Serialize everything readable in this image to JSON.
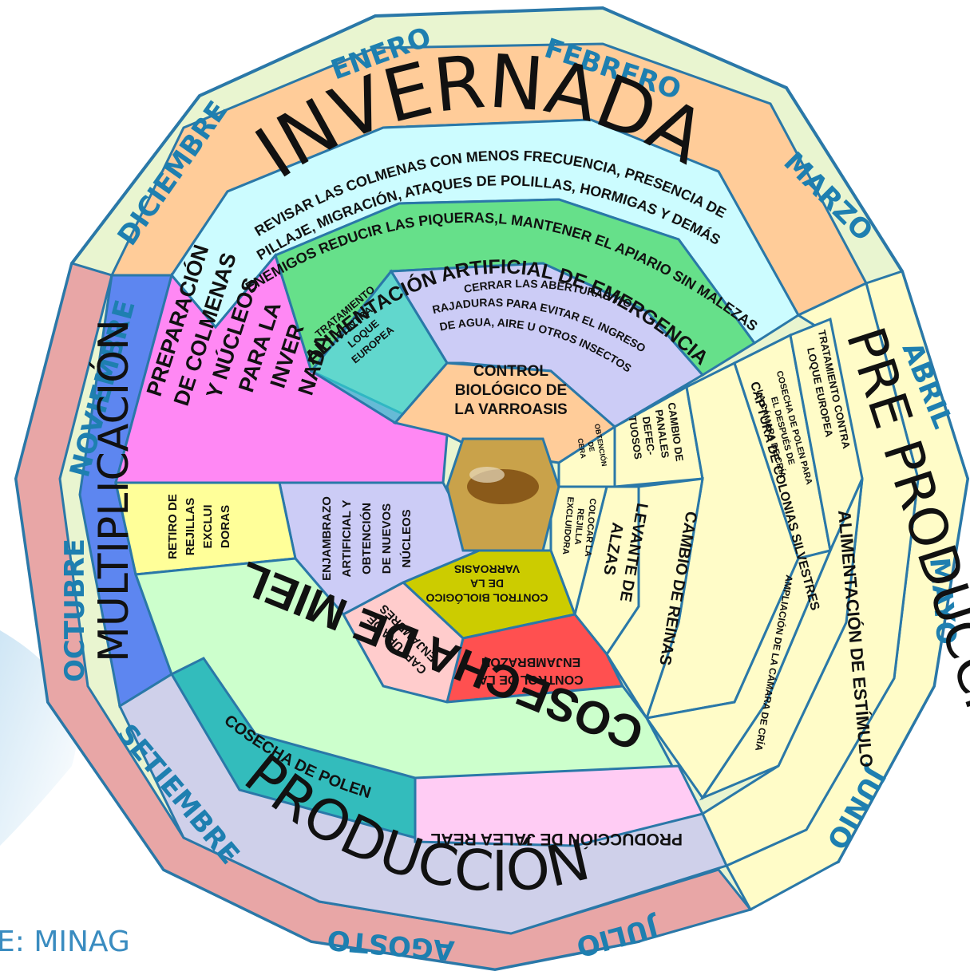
{
  "months": {
    "enero": "ENERO",
    "febrero": "FEBRERO",
    "marzo": "MARZO",
    "abril": "ABRIL",
    "mayo": "MAYO",
    "junio": "JUNIO",
    "julio": "JULIO",
    "agosto": "AGOSTO",
    "setiembre": "SETIEMBRE",
    "octubre": "OCTUBRE",
    "noviembre": "NOVIEMBRE",
    "diciembre": "DICIEMBRE"
  },
  "seasons": {
    "invernada": "INVERNADA",
    "pre_produccion": "PRE PRODUCCIÓN",
    "produccion": "PRODUCCIÓN",
    "multiplicacion": "MULTIPLICACIÓN"
  },
  "activities": {
    "revisar_1": "REVISAR LAS COLMENAS CON MENOS FRECUENCIA, PRESENCIA DE",
    "revisar_2": "PILLAJE, MIGRACIÓN, ATAQUES DE POLILLAS, HORMIGAS Y DEMÁS",
    "revisar_3": "ENEMIGOS REDUCIR LAS PIQUERAS,L MANTENER EL APIARIO SIN MALEZAS",
    "alimentacion_emergencia": "ALIMENTACIÓN ARTIFICIAL DE EMERGENCIA",
    "cerrar_1": "CERRAR LAS ABERTURAS Y/O",
    "cerrar_2": "RAJADURAS PARA EVITAR EL INGRESO",
    "cerrar_3": "DE AGUA, AIRE U OTROS INSECTOS",
    "tratamiento_loque": [
      "TRATAMIENTO",
      "CONTRA",
      "LOQUE",
      "EUROPEA"
    ],
    "control_varroasis": [
      "CONTROL",
      "BIOLÓGICO DE",
      "LA VARROASIS"
    ],
    "preparacion": [
      "PREPARACIÓN",
      "DE COLMENAS",
      "Y NÚCLEOS",
      "PARA LA",
      "INVER",
      "NADA"
    ],
    "obtencion_cera": [
      "OBTENCIÓN",
      "DE",
      "CERA"
    ],
    "cambio_panales": [
      "CAMBIO DE",
      "PANALES",
      "DEFEC-",
      "TUOSOS"
    ],
    "captura_colonias": "CAPTURA DE COLONIAS SILVESTRES",
    "cosecha_polen_camara": [
      "COSECHA DE POLEN PARA",
      "EL DESPUÉS DE",
      "LA CÁMARA DE CRÍA"
    ],
    "tratamiento_loque_2": [
      "TRATAMIENTO CONTRA",
      "LOQUE EUROPEA"
    ],
    "alimentacion_estimulo": "ALIMENTACIÓN DE ESTÍMULO",
    "ampliacion_camara": "AMPLIACIÓN DE LA CÁMARA DE CRÍA",
    "cambio_reinas": "CAMBIO DE REINAS",
    "levante_alzas": [
      "LEVANTE DE",
      "ALZAS"
    ],
    "colocar_rejilla": [
      "COLOCAR LA",
      "REJILLA",
      "EXCLUIDORA"
    ],
    "control_varroasis_2": [
      "CONTROL BIOLÓGICO",
      "DE LA",
      "VARROASIS"
    ],
    "control_enjambrazon": [
      "CONTROL DE LA",
      "ENJAMBRAZÓN"
    ],
    "captura_enjambres": [
      "CAPTURA DE",
      "ENJAMBRES"
    ],
    "enjambrazo": [
      "ENJAMBRAZO",
      "ARTIFICIAL Y",
      "OBTENCIÓN",
      "DE NUEVOS",
      "NÚCLEOS"
    ],
    "retiro_rejillas": [
      "RETIRO DE",
      "REJILLAS",
      "EXCLUI",
      "DORAS"
    ],
    "cosecha_miel": "COSECHA DE MIEL",
    "cosecha_polen": "COSECHA DE POLEN",
    "jalea_real": "PRODUCCIÓN DE JALEA REAL"
  },
  "source": "E: MINAG",
  "colors": {
    "outline": "#2a78a8",
    "ring_light_green": "#e9f5d0",
    "ring_orange": "#ffcc99",
    "ring_cyan": "#ccfcff",
    "ring_pink": "#e8a6a6",
    "ring_yellow": "#fffcc8",
    "ring_blue": "#5d86f0",
    "green": "#66e08a",
    "lavender": "#ccccf6",
    "magenta": "#ff88f4",
    "yellow": "#ffff99",
    "pale_green": "#ccffcc",
    "teal": "#33cccc",
    "olive": "#cccc00",
    "red": "#ff5050",
    "peach": "#ffcccc",
    "core_orange": "#ffcc99"
  }
}
